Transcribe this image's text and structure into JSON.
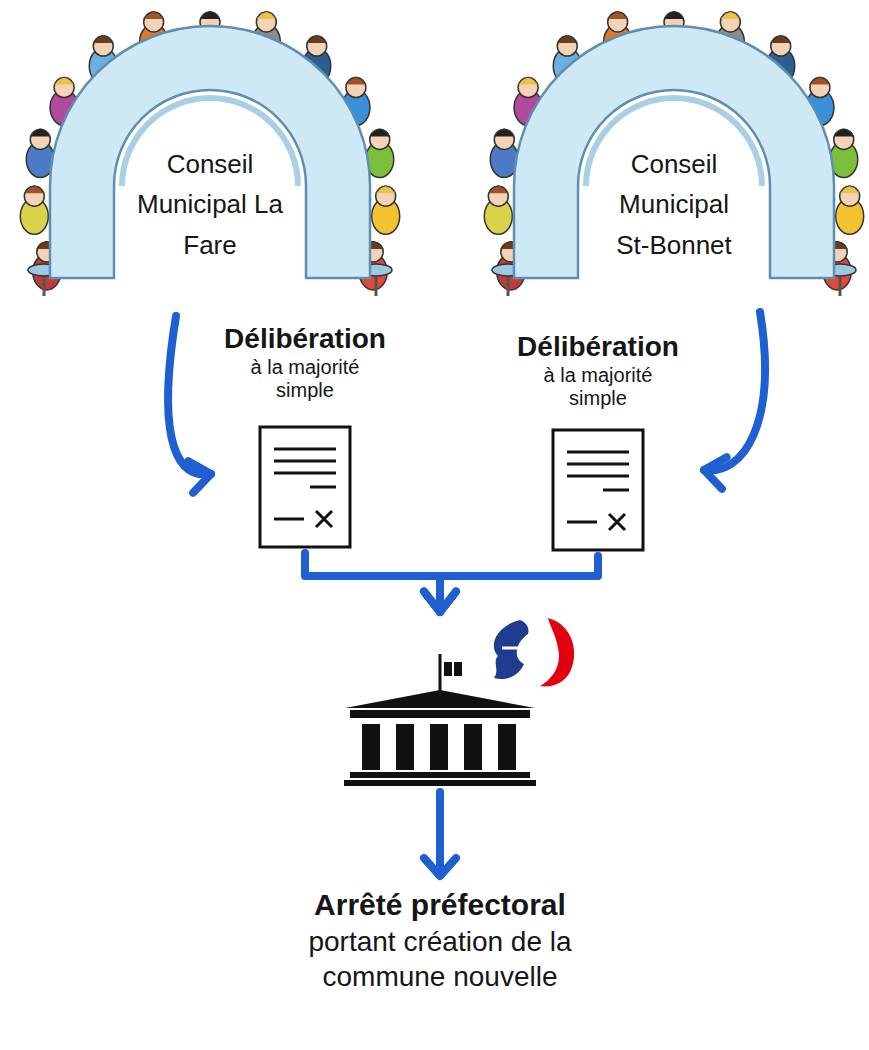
{
  "diagram": {
    "nodes": [
      {
        "text": [
          "Conseil Municipal La Fare"
        ]
      },
      {
        "text": [
          "Conseil Municipal St-Bonnet"
        ]
      },
      {
        "text": [
          "Délibération",
          "à la majorité simple"
        ]
      },
      {
        "text": [
          "Délibération",
          "à la majorité simple"
        ]
      },
      {
        "text": [
          "Arrêté préfectoral",
          "portant création de la commune nouvelle"
        ]
      }
    ],
    "edges": [
      {
        "from": 0,
        "to": 2,
        "arrow": "to"
      },
      {
        "from": 1,
        "to": 3,
        "arrow": "to"
      },
      {
        "from": 2,
        "to": 4,
        "arrow": "to"
      },
      {
        "from": 3,
        "to": 4,
        "arrow": "to"
      }
    ]
  }
}
